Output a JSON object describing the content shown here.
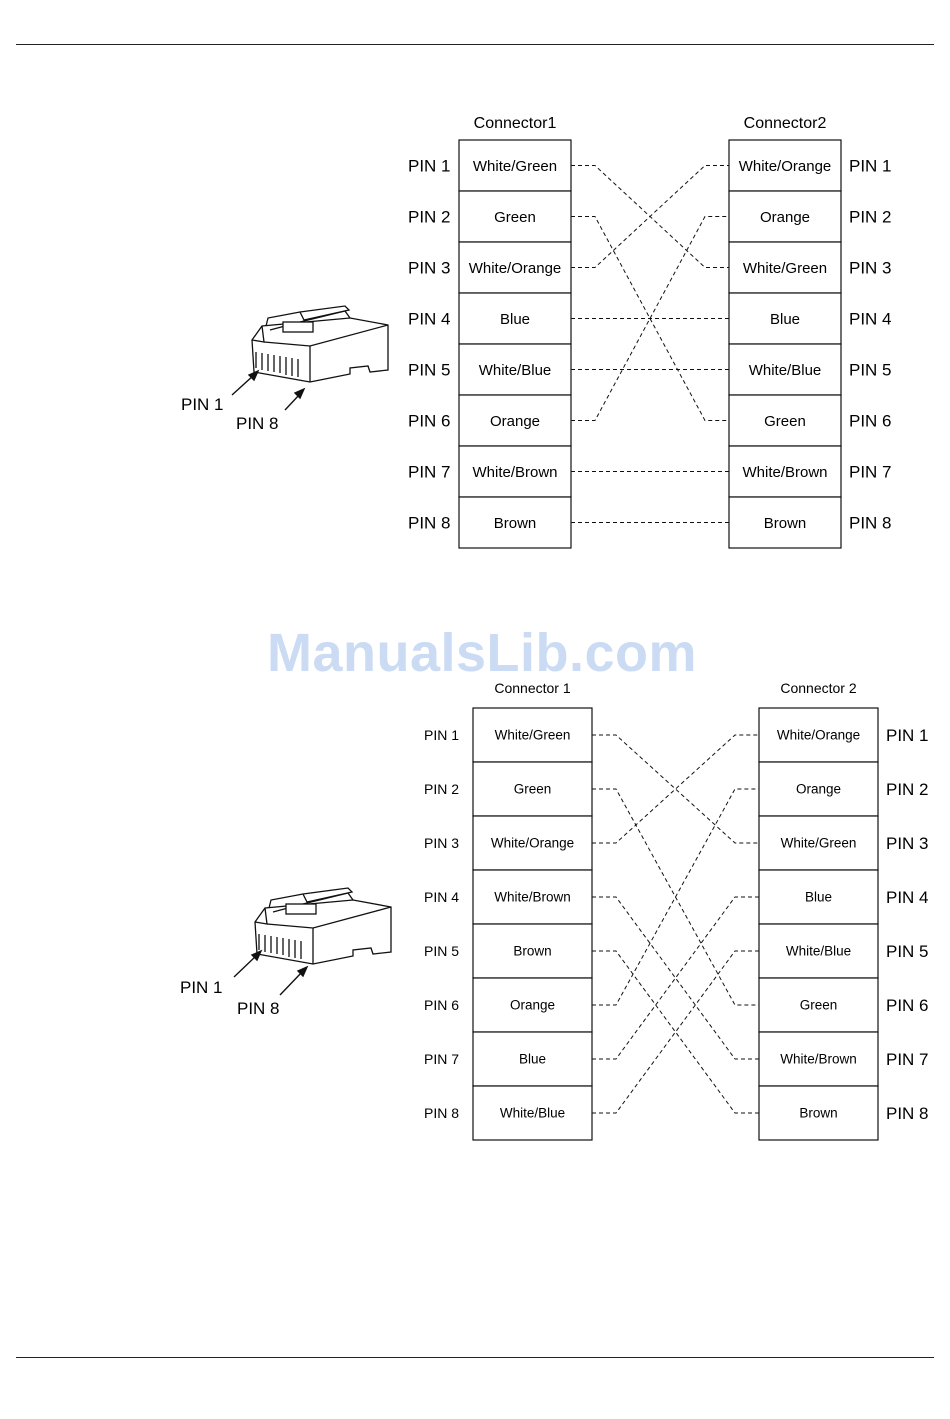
{
  "watermark": "ManualsLib.com",
  "connector_image": {
    "pin1_label": "PIN 1",
    "pin8_label": "PIN 8"
  },
  "diagrams": [
    {
      "connector1_title": "Connector1",
      "connector2_title": "Connector2",
      "connector1": [
        "White/Green",
        "Green",
        "White/Orange",
        "Blue",
        "White/Blue",
        "Orange",
        "White/Brown",
        "Brown"
      ],
      "connector2": [
        "White/Orange",
        "Orange",
        "White/Green",
        "Blue",
        "White/Blue",
        "Green",
        "White/Brown",
        "Brown"
      ],
      "pins": [
        "PIN 1",
        "PIN 2",
        "PIN 3",
        "PIN 4",
        "PIN 5",
        "PIN 6",
        "PIN 7",
        "PIN 8"
      ],
      "connections": [
        [
          1,
          3
        ],
        [
          2,
          6
        ],
        [
          3,
          1
        ],
        [
          4,
          4
        ],
        [
          5,
          5
        ],
        [
          6,
          2
        ],
        [
          7,
          7
        ],
        [
          8,
          8
        ]
      ]
    },
    {
      "connector1_title": "Connector 1",
      "connector2_title": "Connector 2",
      "connector1": [
        "White/Green",
        "Green",
        "White/Orange",
        "White/Brown",
        "Brown",
        "Orange",
        "Blue",
        "White/Blue"
      ],
      "connector2": [
        "White/Orange",
        "Orange",
        "White/Green",
        "Blue",
        "White/Blue",
        "Green",
        "White/Brown",
        "Brown"
      ],
      "pins": [
        "PIN 1",
        "PIN 2",
        "PIN 3",
        "PIN 4",
        "PIN 5",
        "PIN 6",
        "PIN 7",
        "PIN 8"
      ],
      "connections": [
        [
          1,
          3
        ],
        [
          2,
          6
        ],
        [
          3,
          1
        ],
        [
          4,
          7
        ],
        [
          5,
          8
        ],
        [
          6,
          2
        ],
        [
          7,
          4
        ],
        [
          8,
          5
        ]
      ]
    }
  ]
}
